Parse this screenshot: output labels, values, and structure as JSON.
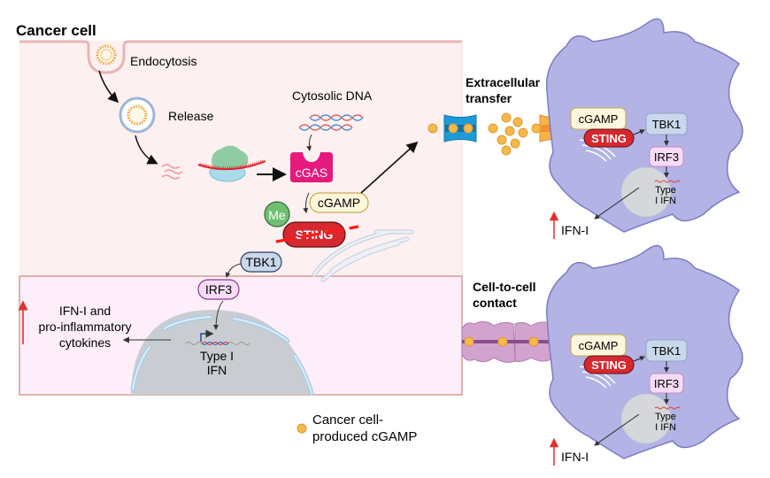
{
  "title": "Cancer cell",
  "cancer_cell": {
    "endocytosis": "Endocytosis",
    "release": "Release",
    "cytosolic_dna": "Cytosolic DNA",
    "cgas": "cGAS",
    "cgamp": "cGAMP",
    "me": "Me",
    "sting": "STING",
    "tbk1": "TBK1",
    "irf3": "IRF3",
    "output_line1": "IFN-I and",
    "output_line2": "pro-inflammatory",
    "output_line3": "cytokines",
    "gene_line1": "Type I",
    "gene_line2": "IFN"
  },
  "transfer": {
    "extracellular_line1": "Extracellular",
    "extracellular_line2": "transfer",
    "contact_line1": "Cell-to-cell",
    "contact_line2": "contact"
  },
  "immune_cell_top": {
    "cgamp": "cGAMP",
    "sting": "STING",
    "tbk1": "TBK1",
    "irf3": "IRF3",
    "gene_line1": "Type",
    "gene_line2": "I IFN",
    "output": "IFN-I"
  },
  "immune_cell_bottom": {
    "cgamp": "cGAMP",
    "sting": "STING",
    "tbk1": "TBK1",
    "irf3": "IRF3",
    "gene_line1": "Type",
    "gene_line2": "I IFN",
    "output": "IFN-I"
  },
  "legend": {
    "line1": "Cancer cell-",
    "line2": "produced cGAMP"
  },
  "colors": {
    "cytoplasm": "#fdf0f0",
    "nucleus_region": "#fdeefa",
    "membrane": "#e8b4b4",
    "cgas": "#e6197d",
    "sting": "#d7282f",
    "cgamp_fill": "#fbf6dc",
    "tbk1_fill": "#c9d7ea",
    "irf3_fill": "#f6dcf5",
    "me_fill": "#6fbf73",
    "immune_cell": "#b3b3e6",
    "cgamp_dot": "#f7b94a",
    "up_arrow": "#e03030"
  }
}
